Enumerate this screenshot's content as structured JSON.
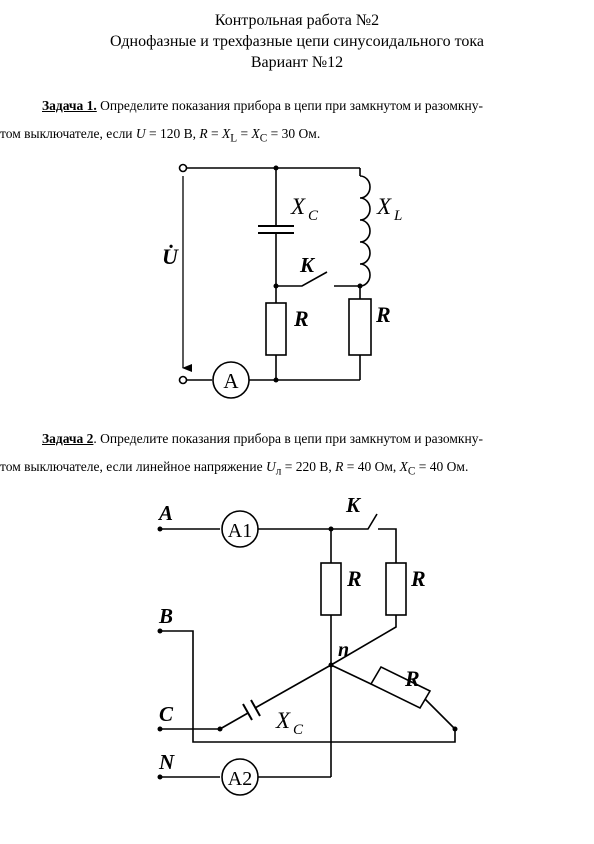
{
  "header": {
    "line1": "Контрольная работа №2",
    "line2": "Однофазные и трехфазные цепи синусоидального тока",
    "line3": "Вариант №12"
  },
  "task1": {
    "label": "Задача 1.",
    "text_a": " Определите показания прибора в цепи при замкнутом и разомкну-",
    "text_b_prefix": "том выключателе, если ",
    "U_sym": "U",
    "U_val": " = 120 В, ",
    "R_sym": "R",
    "eq1": " = ",
    "XL_sym": "X",
    "XL_sub": "L",
    "eq2": " = ",
    "XC_sym": "X",
    "XC_sub": "C",
    "end": " = 30 Ом.",
    "diagram": {
      "U": "U̇",
      "XC": "X",
      "XC_sub": "C",
      "XL": "X",
      "XL_sub": "L",
      "K": "K",
      "R1": "R",
      "R2": "R",
      "A": "A"
    }
  },
  "task2": {
    "label": "Задача 2",
    "text_a": ". Определите показания прибора в цепи при замкнутом и разомкну-",
    "text_b_prefix": "том выключателе, если линейное напряжение ",
    "Ul_sym": "U",
    "Ul_sub": "л",
    "Ul_val": " = 220 В, ",
    "R_sym": "R",
    "R_val": " = 40 Ом, ",
    "XC_sym": "X",
    "XC_sub": "C",
    "end": " = 40 Ом.",
    "diagram": {
      "A": "A",
      "B": "B",
      "C": "C",
      "N": "N",
      "A1": "A1",
      "A2": "A2",
      "K": "K",
      "R1": "R",
      "R2": "R",
      "R3": "R",
      "n": "n",
      "XC": "X",
      "XC_sub": "C"
    }
  }
}
